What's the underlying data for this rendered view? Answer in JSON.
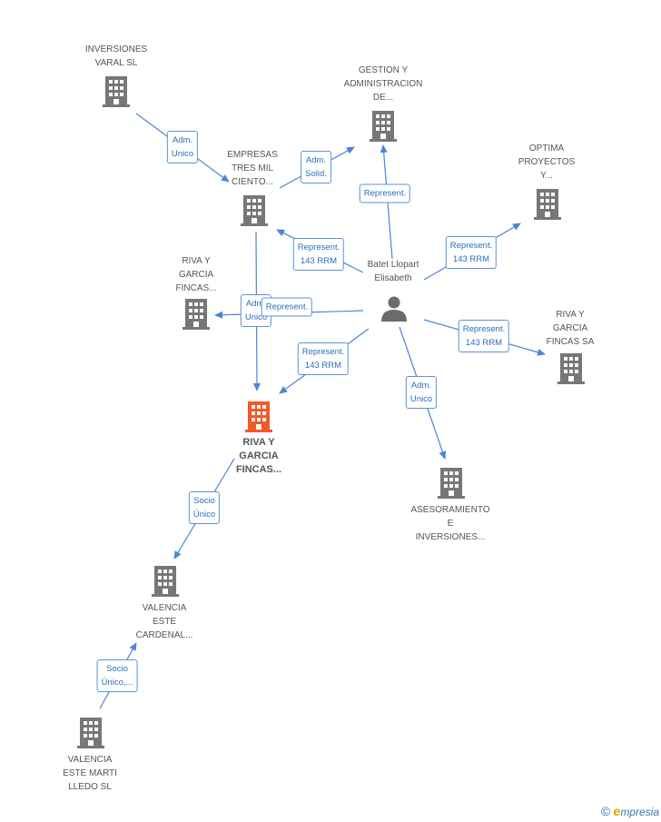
{
  "colors": {
    "building": "#777777",
    "building_main": "#f05a28",
    "person": "#6b6b6b",
    "edge": "#4a86d4"
  },
  "nodes": [
    {
      "id": "inversiones_varal",
      "label": "INVERSIONES\nVARAL SL",
      "icon": "building-icon"
    },
    {
      "id": "gestion",
      "label": "GESTION Y\nADMINISTRACION\nDE...",
      "icon": "building-icon"
    },
    {
      "id": "empresas_tres",
      "label": "EMPRESAS\nTRES MIL\nCIENTO...",
      "icon": "building-icon"
    },
    {
      "id": "optima",
      "label": "OPTIMA\nPROYECTOS\nY...",
      "icon": "building-icon"
    },
    {
      "id": "riva_left",
      "label": "RIVA Y\nGARCIA\nFINCAS...",
      "icon": "building-icon"
    },
    {
      "id": "person",
      "label": "Batet Llopart\nElisabeth",
      "icon": "person-icon"
    },
    {
      "id": "riva_sa",
      "label": "RIVA Y\nGARCIA\nFINCAS SA",
      "icon": "building-icon"
    },
    {
      "id": "riva_main",
      "label": "RIVA Y\nGARCIA\nFINCAS...",
      "icon": "building-icon"
    },
    {
      "id": "asesoramiento",
      "label": "ASESORAMIENTO\nE\nINVERSIONES...",
      "icon": "building-icon"
    },
    {
      "id": "valencia_cardenal",
      "label": "VALENCIA\nESTE\nCARDENAL...",
      "icon": "building-icon"
    },
    {
      "id": "valencia_marti",
      "label": "VALENCIA\nESTE MARTI\nLLEDO  SL",
      "icon": "building-icon"
    }
  ],
  "edges": [
    {
      "label": "Adm.\nUnico"
    },
    {
      "label": "Adm.\nSolid."
    },
    {
      "label": "Represent."
    },
    {
      "label": "Represent.\n143 RRM"
    },
    {
      "label": "Represent.\n143 RRM"
    },
    {
      "label": "Adm.\nUnico"
    },
    {
      "label": "Represent."
    },
    {
      "label": "Represent.\n143 RRM"
    },
    {
      "label": "Represent.\n143 RRM"
    },
    {
      "label": "Adm.\nUnico"
    },
    {
      "label": "Socio\nÚnico"
    },
    {
      "label": "Socio\nÚnico,..."
    }
  ],
  "footer": {
    "copyright": "©",
    "brand_e": "e",
    "brand_rest": "mpresia"
  }
}
